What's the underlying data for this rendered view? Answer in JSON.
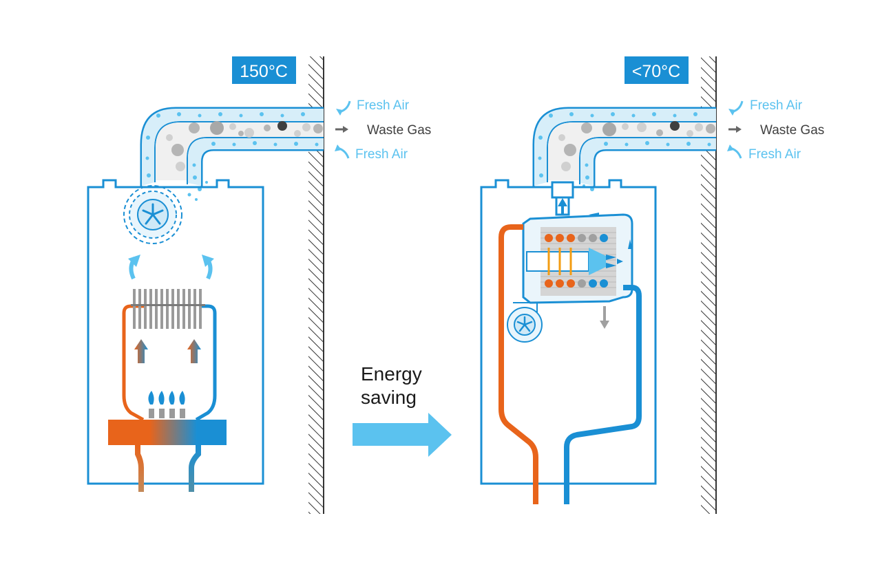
{
  "left_panel": {
    "temperature": "150°C",
    "fresh_air_top": "Fresh Air",
    "waste_gas": "Waste Gas",
    "fresh_air_bottom": "Fresh Air"
  },
  "right_panel": {
    "temperature": "<70°C",
    "fresh_air_top": "Fresh Air",
    "waste_gas": "Waste Gas",
    "fresh_air_bottom": "Fresh Air"
  },
  "center": {
    "line1": "Energy",
    "line2": "saving"
  },
  "colors": {
    "blue": "#1a8fd4",
    "light_blue": "#5bc2ef",
    "orange": "#e8641b",
    "grey": "#a0a0a0",
    "label_box": "#1a8fd4"
  }
}
